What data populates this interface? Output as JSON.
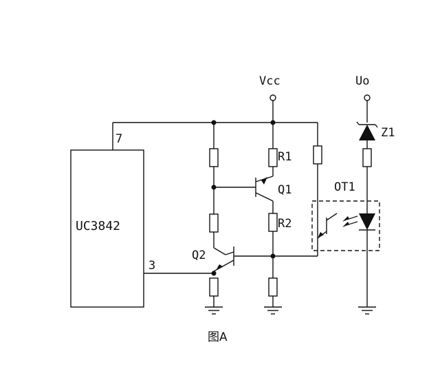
{
  "diagram": {
    "ic_label": "UC3842",
    "pin_7": "7",
    "pin_3": "3",
    "vcc_label": "Vcc",
    "uo_label": "Uo",
    "r1_label": "R1",
    "r2_label": "R2",
    "q1_label": "Q1",
    "q2_label": "Q2",
    "ot1_label": "OT1",
    "z1_label": "Z1",
    "caption": "图A"
  }
}
